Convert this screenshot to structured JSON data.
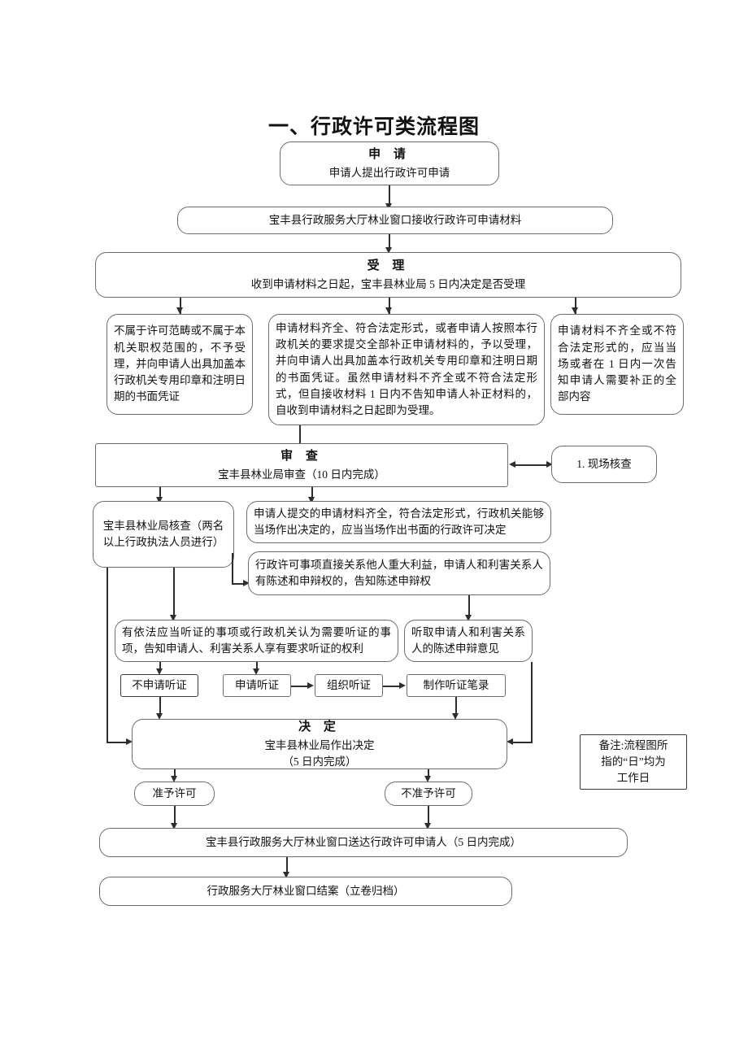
{
  "document": {
    "title": "一、行政许可类流程图"
  },
  "nodes": {
    "apply": {
      "heading": "申 请",
      "body": "申请人提出行政许可申请"
    },
    "receive_window": {
      "body": "宝丰县行政服务大厅林业窗口接收行政许可申请材料"
    },
    "accept": {
      "heading": "受 理",
      "body": "收到申请材料之日起，宝丰县林业局 5 日内决定是否受理"
    },
    "not_in_scope": {
      "body": "不属于许可范畴或不属于本机关职权范围的，不予受理，并向申请人出具加盖本行政机关专用印章和注明日期的书面凭证"
    },
    "complete_materials": {
      "body": "申请材料齐全、符合法定形式，或者申请人按照本行政机关的要求提交全部补正申请材料的，予以受理，并向申请人出具加盖本行政机关专用印章和注明日期的书面凭证。虽然申请材料不齐全或不符合法定形式，但自接收材料 1 日内不告知申请人补正材料的，自收到申请材料之日起即为受理。"
    },
    "incomplete_materials": {
      "body": "申请材料不齐全或不符合法定形式的，应当当场或者在 1 日内一次告知申请人需要补正的全部内容"
    },
    "review": {
      "heading": "审 查",
      "body": "宝丰县林业局审查（10 日内完成）"
    },
    "onsite_check": {
      "body": "1. 现场核查"
    },
    "bureau_verify": {
      "body": "宝丰县林业局核查（两名以上行政执法人员进行）"
    },
    "onsite_decision": {
      "body": "申请人提交的申请材料齐全，符合法定形式，行政机关能够当场作出决定的，应当当场作出书面的行政许可决定"
    },
    "statement_rights": {
      "body": "行政许可事项直接关系他人重大利益，申请人和利害关系人有陈述和申辩权的，告知陈述申辩权"
    },
    "hearing_notice": {
      "body": "有依法应当听证的事项或行政机关认为需要听证的事项，告知申请人、利害关系人享有要求听证的权利"
    },
    "hear_opinions": {
      "body": "听取申请人和利害关系人的陈述申辩意见"
    },
    "no_hearing_request": {
      "body": "不申请听证"
    },
    "hearing_request": {
      "body": "申请听证"
    },
    "organize_hearing": {
      "body": "组织听证"
    },
    "hearing_record": {
      "body": "制作听证笔录"
    },
    "decision": {
      "heading": "决 定",
      "body_line1": "宝丰县林业局作出决定",
      "body_line2": "（5 日内完成）"
    },
    "permit_granted": {
      "body": "准予许可"
    },
    "permit_denied": {
      "body": "不准予许可"
    },
    "deliver": {
      "body": "宝丰县行政服务大厅林业窗口送达行政许可申请人（5 日内完成）"
    },
    "close_case": {
      "body": "行政服务大厅林业窗口结案（立卷归档）"
    },
    "remark": {
      "line1": "备注:流程图所",
      "line2": "指的“日”均为",
      "line3": "工作日"
    }
  },
  "colors": {
    "line": "#2e2e2e",
    "border": "#6d6d6d",
    "border_dark": "#3a3a3a",
    "background": "#ffffff",
    "text": "#111111"
  }
}
